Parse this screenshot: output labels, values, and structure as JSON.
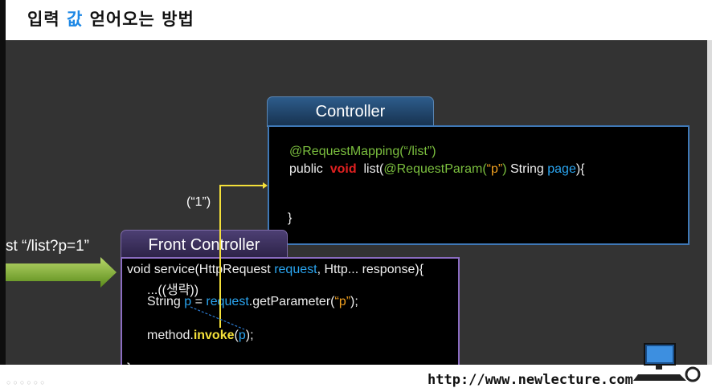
{
  "title": {
    "part1": "입력 ",
    "highlight": "값",
    "part2": " 얻어오는 방법"
  },
  "request_text": "st “/list?p=1”",
  "one_label": "(“1”)",
  "controller": {
    "tab": "Controller",
    "line1": "@RequestMapping(“/list”)",
    "line2": {
      "public": "public",
      "void": "void",
      "list": "list(",
      "anno": "@RequestParam(",
      "p": "“p”",
      "close": ")",
      "string": " String ",
      "page": "page",
      "end": "){"
    },
    "brace": "}"
  },
  "front": {
    "tab": "Front Controller",
    "line1": {
      "a": "void service(HttpRequest ",
      "request": "request",
      "b": ", Http... response){"
    },
    "line2": "...((생략))",
    "line3": {
      "a": "String ",
      "p": "p",
      "eq": " = ",
      "request": "request",
      "b": ".getParameter(",
      "p_str": "“p”",
      "c": ");"
    },
    "line4": {
      "a": "method.",
      "invoke": "invoke",
      "lp": "(",
      "p": "p",
      "rp": ");"
    },
    "brace": "}"
  },
  "footer": {
    "url": "http://www.newlecture.com",
    "dots": "○○○○○○"
  },
  "colors": {
    "stage": "#333333",
    "controller_border": "#3f78b6",
    "front_border": "#8a6cc0",
    "arrow": "#f4e03a"
  }
}
